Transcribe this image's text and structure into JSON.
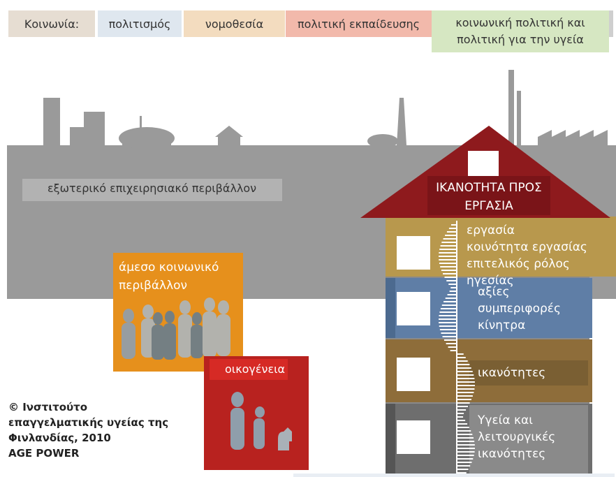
{
  "header": {
    "society_label": "Κοινωνία:",
    "tabs": [
      {
        "label": "πολιτισμός",
        "color": "#dfe7ef"
      },
      {
        "label": "νομοθεσία",
        "color": "#f3dcbf"
      },
      {
        "label": "πολιτική εκπαίδευσης",
        "color": "#f2b9ab"
      },
      {
        "label_line1": "κοινωνική πολιτική και",
        "label_line2": "πολιτική για την υγεία",
        "color": "#d6e7c2"
      }
    ],
    "society_color": "#e6ddd2"
  },
  "environment": {
    "label": "εξωτερικό επιχειρησιακό περιβάλλον",
    "color": "#9a9a9a"
  },
  "immediate_social": {
    "label_line1": "άμεσο κοινωνικό",
    "label_line2": "περιβάλλον",
    "color": "#e6901c"
  },
  "family": {
    "label": "οικογένεια",
    "color": "#b8221f"
  },
  "house": {
    "roof_label_line1": "ΙΚΑΝΟΤΗΤΑ ΠΡΟΣ",
    "roof_label_line2": "ΕΡΓΑΣΙΑ",
    "roof_color": "#8e1a1d",
    "floors": [
      {
        "lines": [
          "εργασία",
          "κοινότητα εργασίας",
          "επιτελικός ρόλος ηγεσίας"
        ],
        "color": "#b8984d"
      },
      {
        "lines": [
          "αξίες",
          "συμπεριφορές",
          "κίνητρα"
        ],
        "color": "#5f7ea6"
      },
      {
        "lines": [
          "ικανότητες"
        ],
        "color": "#8e6d3a"
      },
      {
        "lines": [
          "Υγεία και",
          "λειτουργικές",
          "ικανότητες"
        ],
        "color": "#7b7b7b"
      }
    ]
  },
  "copyright": {
    "line1": "© Ινστιτούτο",
    "line2": "επαγγελματικής υγείας της",
    "line3": "Φινλανδίας, 2010",
    "line4": "AGE POWER"
  }
}
